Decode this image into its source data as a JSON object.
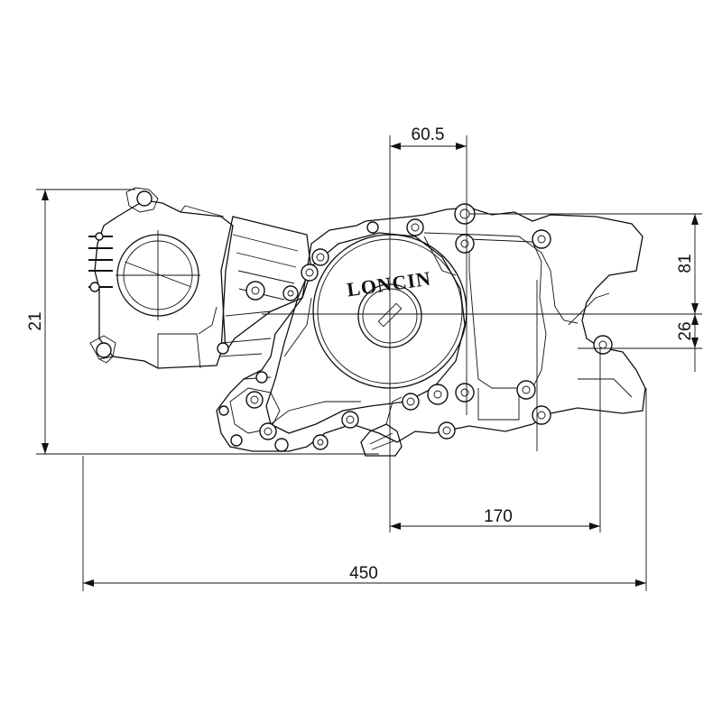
{
  "dimensions": {
    "top_offset": "60.5",
    "left_height": "21",
    "right_upper": "81",
    "right_lower": "26",
    "bottom_mid": "170",
    "overall_length": "450"
  },
  "logo": "LONCIN",
  "colors": {
    "line": "#111111",
    "background": "#ffffff"
  }
}
